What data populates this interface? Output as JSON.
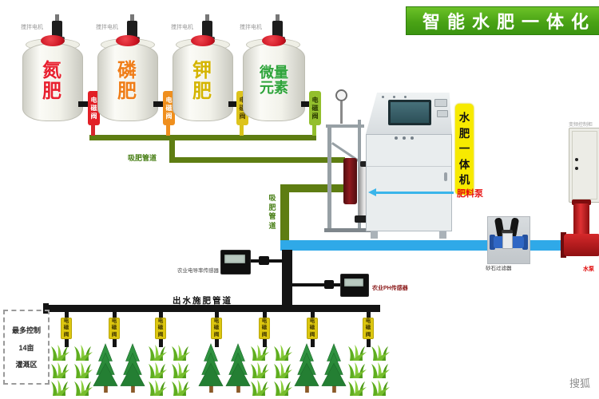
{
  "banner": {
    "title": "智能水肥一体化",
    "bg_color": "#4aa315"
  },
  "tanks": [
    {
      "text": "氮肥",
      "text_color": "#e8202e",
      "valve": "电磁阀",
      "valve_color": "#e21f26"
    },
    {
      "text": "磷肥",
      "text_color": "#ef7d18",
      "valve": "电磁阀",
      "valve_color": "#ef8f1e"
    },
    {
      "text": "钾肥",
      "text_color": "#d4b400",
      "valve": "电磁阀",
      "valve_color": "#ddc31c"
    },
    {
      "text": "微量元素",
      "text_color": "#2fa43a",
      "valve": "电磁阀",
      "valve_color": "#93bf2d"
    }
  ],
  "motors": {
    "label": "搅拌电机"
  },
  "pipes": {
    "suction_label": "吸肥管道",
    "outlet_label": "出水施肥管道",
    "sprinkler_valve": "电磁阀",
    "suction_color": "#5e7d12",
    "water_color": "#2fa9e8",
    "outlet_color": "#141414"
  },
  "machine": {
    "tag": "水肥一体机",
    "tag_color": "#f7ea00",
    "pump": "肥料泵",
    "pump_color": "#e80f0f"
  },
  "filter": {
    "label": "砂石过滤器"
  },
  "sensors": {
    "ec": "农业电导率传感器",
    "ph": "农业PH传感器"
  },
  "right_side": {
    "cabinet": "变频控制柜",
    "pump": "水泵"
  },
  "zone": {
    "line1": "最多控制",
    "line2": "14亩",
    "line3": "灌溉区"
  },
  "watermark": {
    "text": "搜狐"
  }
}
